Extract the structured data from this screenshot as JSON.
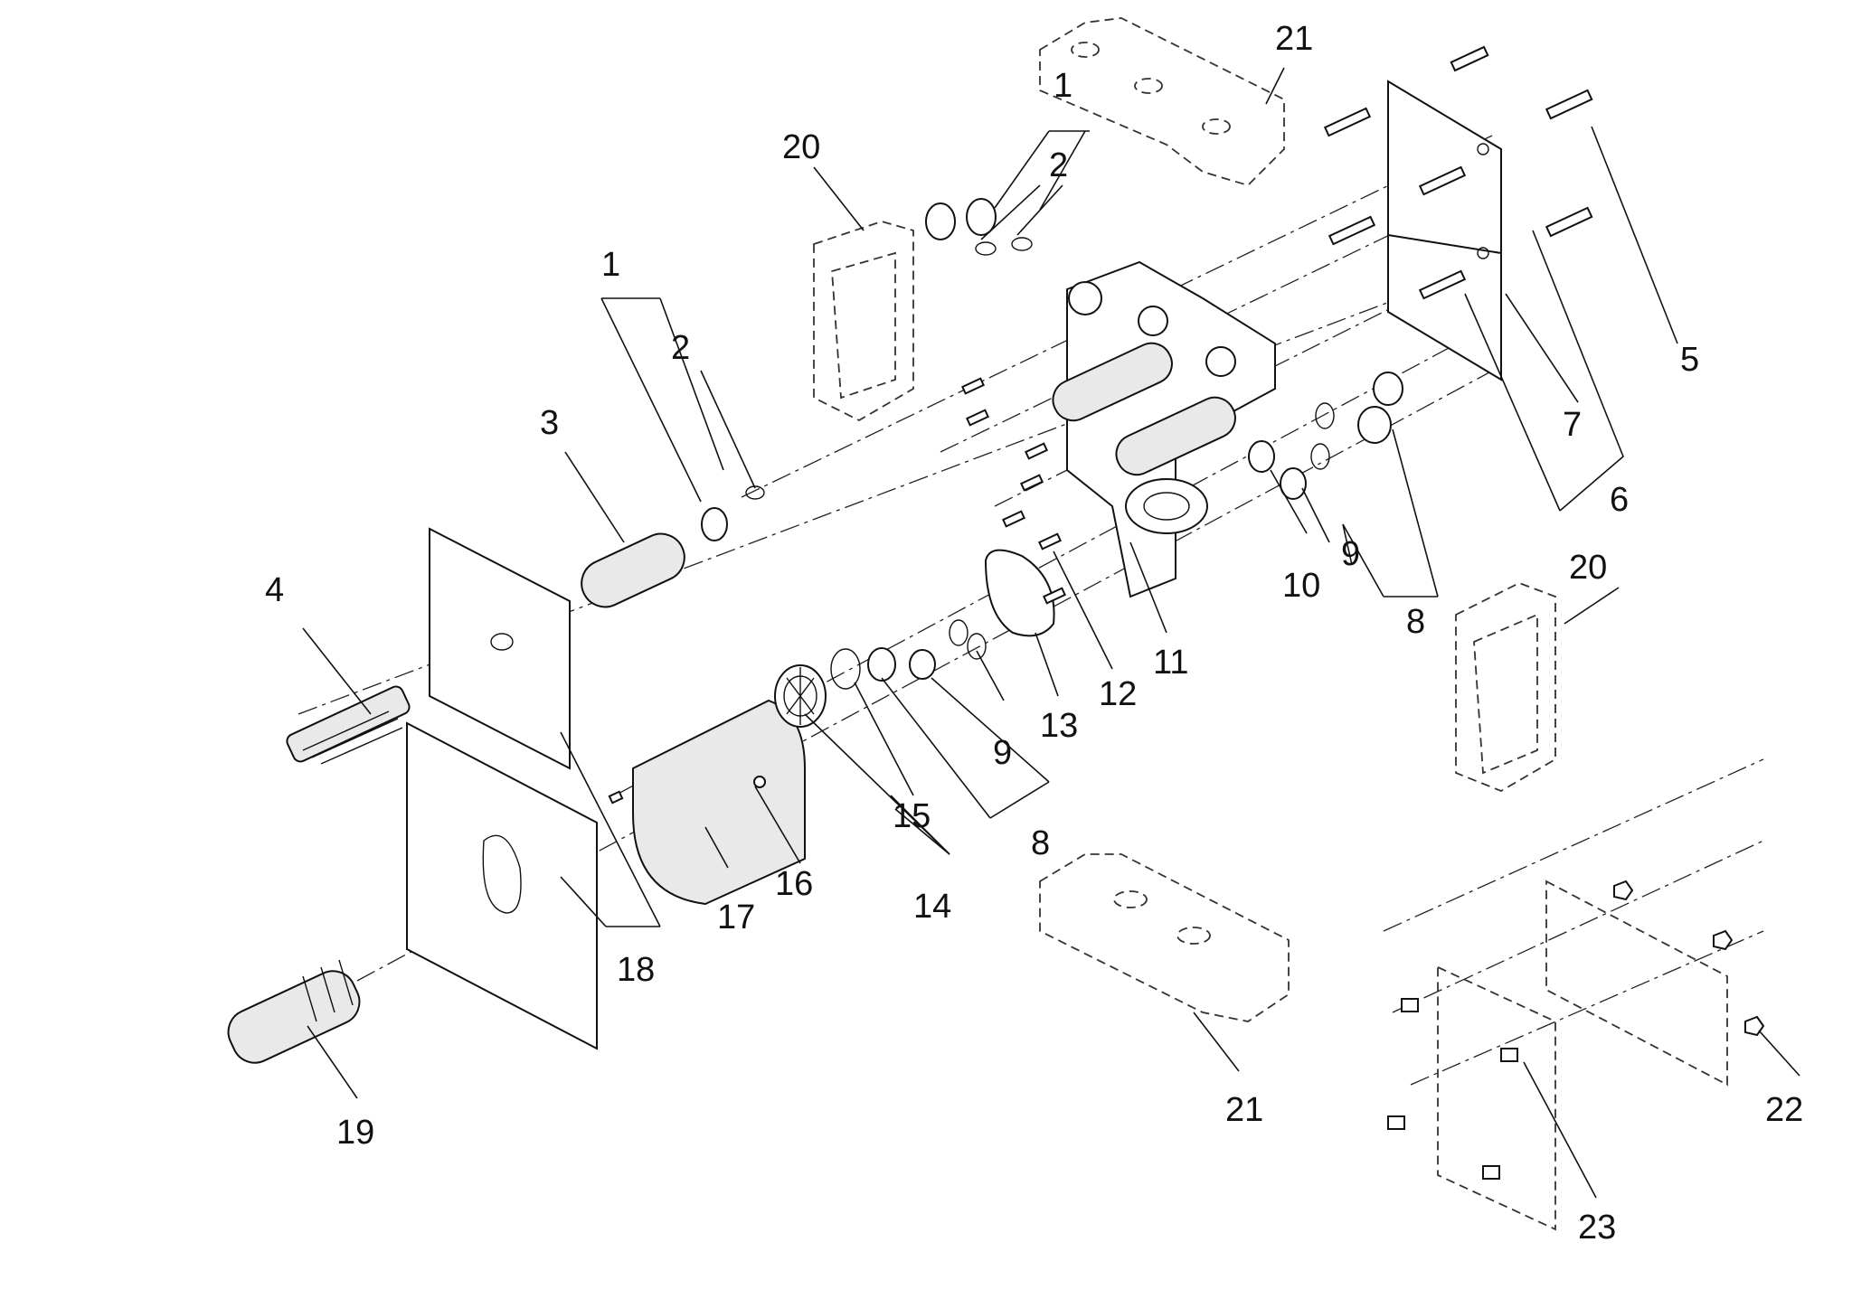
{
  "callouts": {
    "c1a": "1",
    "c1b": "1",
    "c2a": "2",
    "c2b": "2",
    "c3": "3",
    "c4": "4",
    "c5": "5",
    "c6": "6",
    "c7": "7",
    "c8a": "8",
    "c8b": "8",
    "c9a": "9",
    "c9b": "9",
    "c10": "10",
    "c11": "11",
    "c12": "12",
    "c13": "13",
    "c14": "14",
    "c15": "15",
    "c16": "16",
    "c17": "17",
    "c18": "18",
    "c19": "19",
    "c20a": "20",
    "c20b": "20",
    "c21a": "21",
    "c21b": "21",
    "c22": "22",
    "c23": "23"
  },
  "colors": {
    "line": "#111111",
    "background": "#ffffff"
  }
}
